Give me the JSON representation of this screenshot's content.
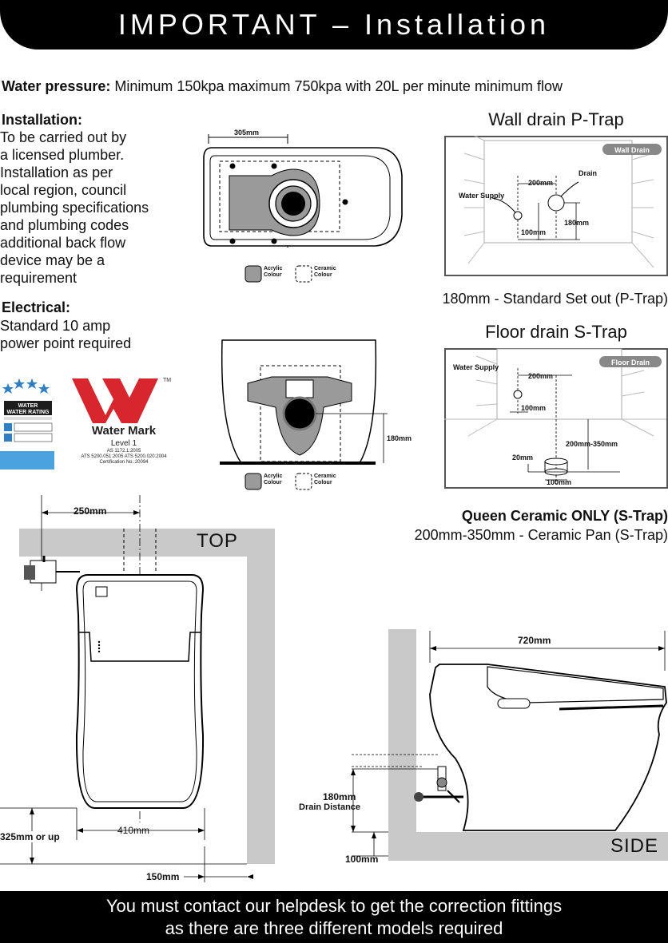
{
  "header": {
    "title": "IMPORTANT – Installation"
  },
  "water_pressure": {
    "label": "Water pressure:",
    "text": "Minimum 150kpa maximum 750kpa with 20L per minute minimum flow"
  },
  "installation": {
    "title": "Installation:",
    "lines": [
      "To be carried out by",
      "a licensed plumber.",
      "Installation as per",
      "local region, council",
      "plumbing specifications",
      "and plumbing codes",
      "additional back flow",
      "device may be a",
      "requirement"
    ]
  },
  "electrical": {
    "title": "Electrical:",
    "lines": [
      "Standard 10 amp",
      "power point required"
    ]
  },
  "wall_drain": {
    "title": "Wall drain P-Trap",
    "badge": "Wall Drain",
    "dims": {
      "width": "200mm",
      "drain": "Drain",
      "supply": "Water Supply",
      "height": "180mm",
      "base": "100mm"
    },
    "caption": "180mm - Standard Set out (P-Trap)"
  },
  "floor_drain": {
    "title": "Floor drain S-Trap",
    "badge": "Floor Drain",
    "dims": {
      "supply": "Water Supply",
      "width": "200mm",
      "base": "100mm",
      "range": "200mm-350mm",
      "riser": "20mm",
      "pipe": "100mm"
    },
    "caption_bold": "Queen Ceramic ONLY (S-Trap)",
    "caption": "200mm-350mm - Ceramic Pan (S-Trap)"
  },
  "top_plan": {
    "dim": "305mm",
    "legend": {
      "acrylic": "Acrylic Colour",
      "ceramic": "Ceramic Colour"
    }
  },
  "front_view": {
    "dim": "180mm",
    "legend": {
      "acrylic": "Acrylic Colour",
      "ceramic": "Ceramic Colour"
    }
  },
  "logos": {
    "star_rating": "WATER RATING",
    "watermark": "Water Mark",
    "watermark_level": "Level 1",
    "watermark_std": [
      "AS 1172.1:2005",
      "ATS 5200.051:2005 ATS 5200.020:2004",
      "Certification No.:20094"
    ]
  },
  "top_view": {
    "label": "TOP",
    "dim_top": "250mm",
    "dim_width": "410mm",
    "dim_left": "325mm or up",
    "dim_bottom": "150mm"
  },
  "side_view": {
    "label": "SIDE",
    "dim_length": "720mm",
    "dim_drain": "180mm",
    "drain_label": "Drain Distance",
    "dim_base": "100mm"
  },
  "footer": {
    "lines": [
      "You must contact our helpdesk to get the correction fittings",
      "as there are three different models required"
    ]
  }
}
